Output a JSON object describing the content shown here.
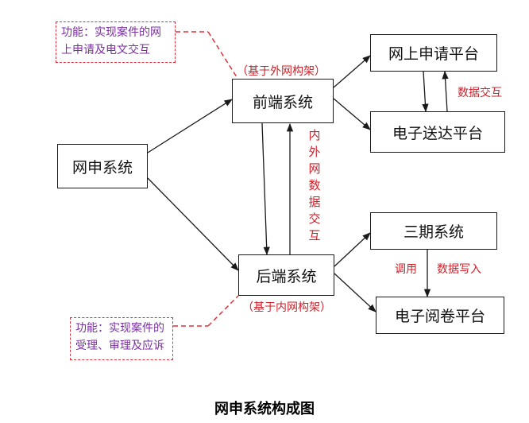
{
  "nodes": {
    "wangshen": "网申系统",
    "qianduan": "前端系统",
    "houduan": "后端系统",
    "wangshang": "网上申请平台",
    "dianzi_songda": "电子送达平台",
    "sanqi": "三期系统",
    "dianzi_yuejuan": "电子阅卷平台"
  },
  "notes": {
    "front": [
      "功能：实现案件的网",
      "上申请及电文交互"
    ],
    "back": [
      "功能：实现案件的",
      "受理、审理及应诉"
    ]
  },
  "labels": {
    "front_arch": "（基于外网构架）",
    "back_arch": "（基于内网构架）",
    "data_exchange": "数据交互",
    "call": "调用",
    "data_write": "数据写入",
    "inner_outer": [
      "内",
      "外",
      "网",
      "数",
      "据",
      "交",
      "互"
    ]
  },
  "caption": "网申系统构成图",
  "colors": {
    "line": "#1a1a1a",
    "red": "#d0202a",
    "purple": "#7a2fa0",
    "dash": "#e0303a"
  }
}
